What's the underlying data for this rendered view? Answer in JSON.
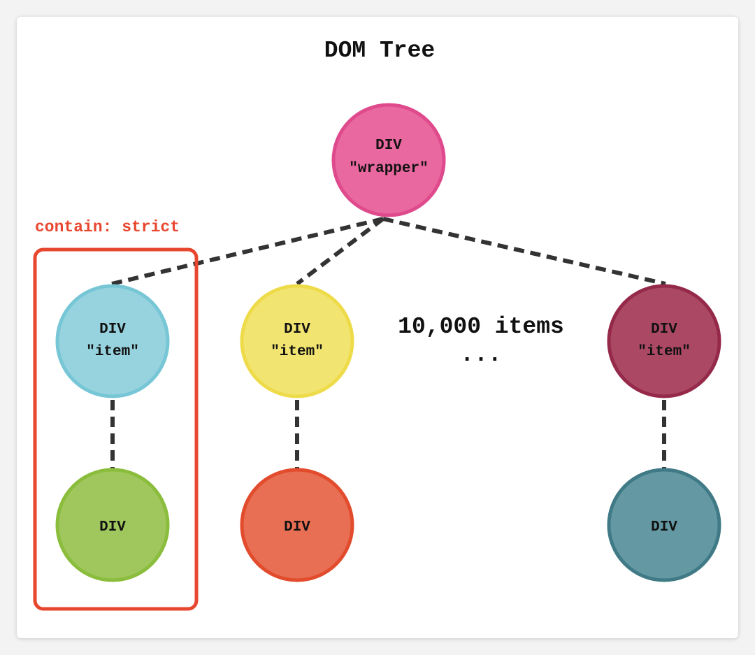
{
  "title": "DOM Tree",
  "contain_label": "contain: strict",
  "caption": "10,000 items",
  "ellipsis": "...",
  "colors": {
    "contain_box": "#e8472f",
    "edge": "#333333"
  },
  "nodes": {
    "wrapper": {
      "line1": "DIV",
      "line2": "\"wrapper\"",
      "fill": "#e9689f",
      "stroke": "#df4a8c"
    },
    "item1": {
      "line1": "DIV",
      "line2": "\"item\"",
      "fill": "#97d3df",
      "stroke": "#76c6d6"
    },
    "item2": {
      "line1": "DIV",
      "line2": "\"item\"",
      "fill": "#f2e471",
      "stroke": "#eedb4a"
    },
    "item3": {
      "line1": "DIV",
      "line2": "\"item\"",
      "fill": "#ab4965",
      "stroke": "#95294a"
    },
    "child1": {
      "line1": "DIV",
      "fill": "#a0c75d",
      "stroke": "#8bbd3d"
    },
    "child2": {
      "line1": "DIV",
      "fill": "#e86f54",
      "stroke": "#e24c2d"
    },
    "child3": {
      "line1": "DIV",
      "fill": "#6499a3",
      "stroke": "#3f7a86"
    }
  }
}
